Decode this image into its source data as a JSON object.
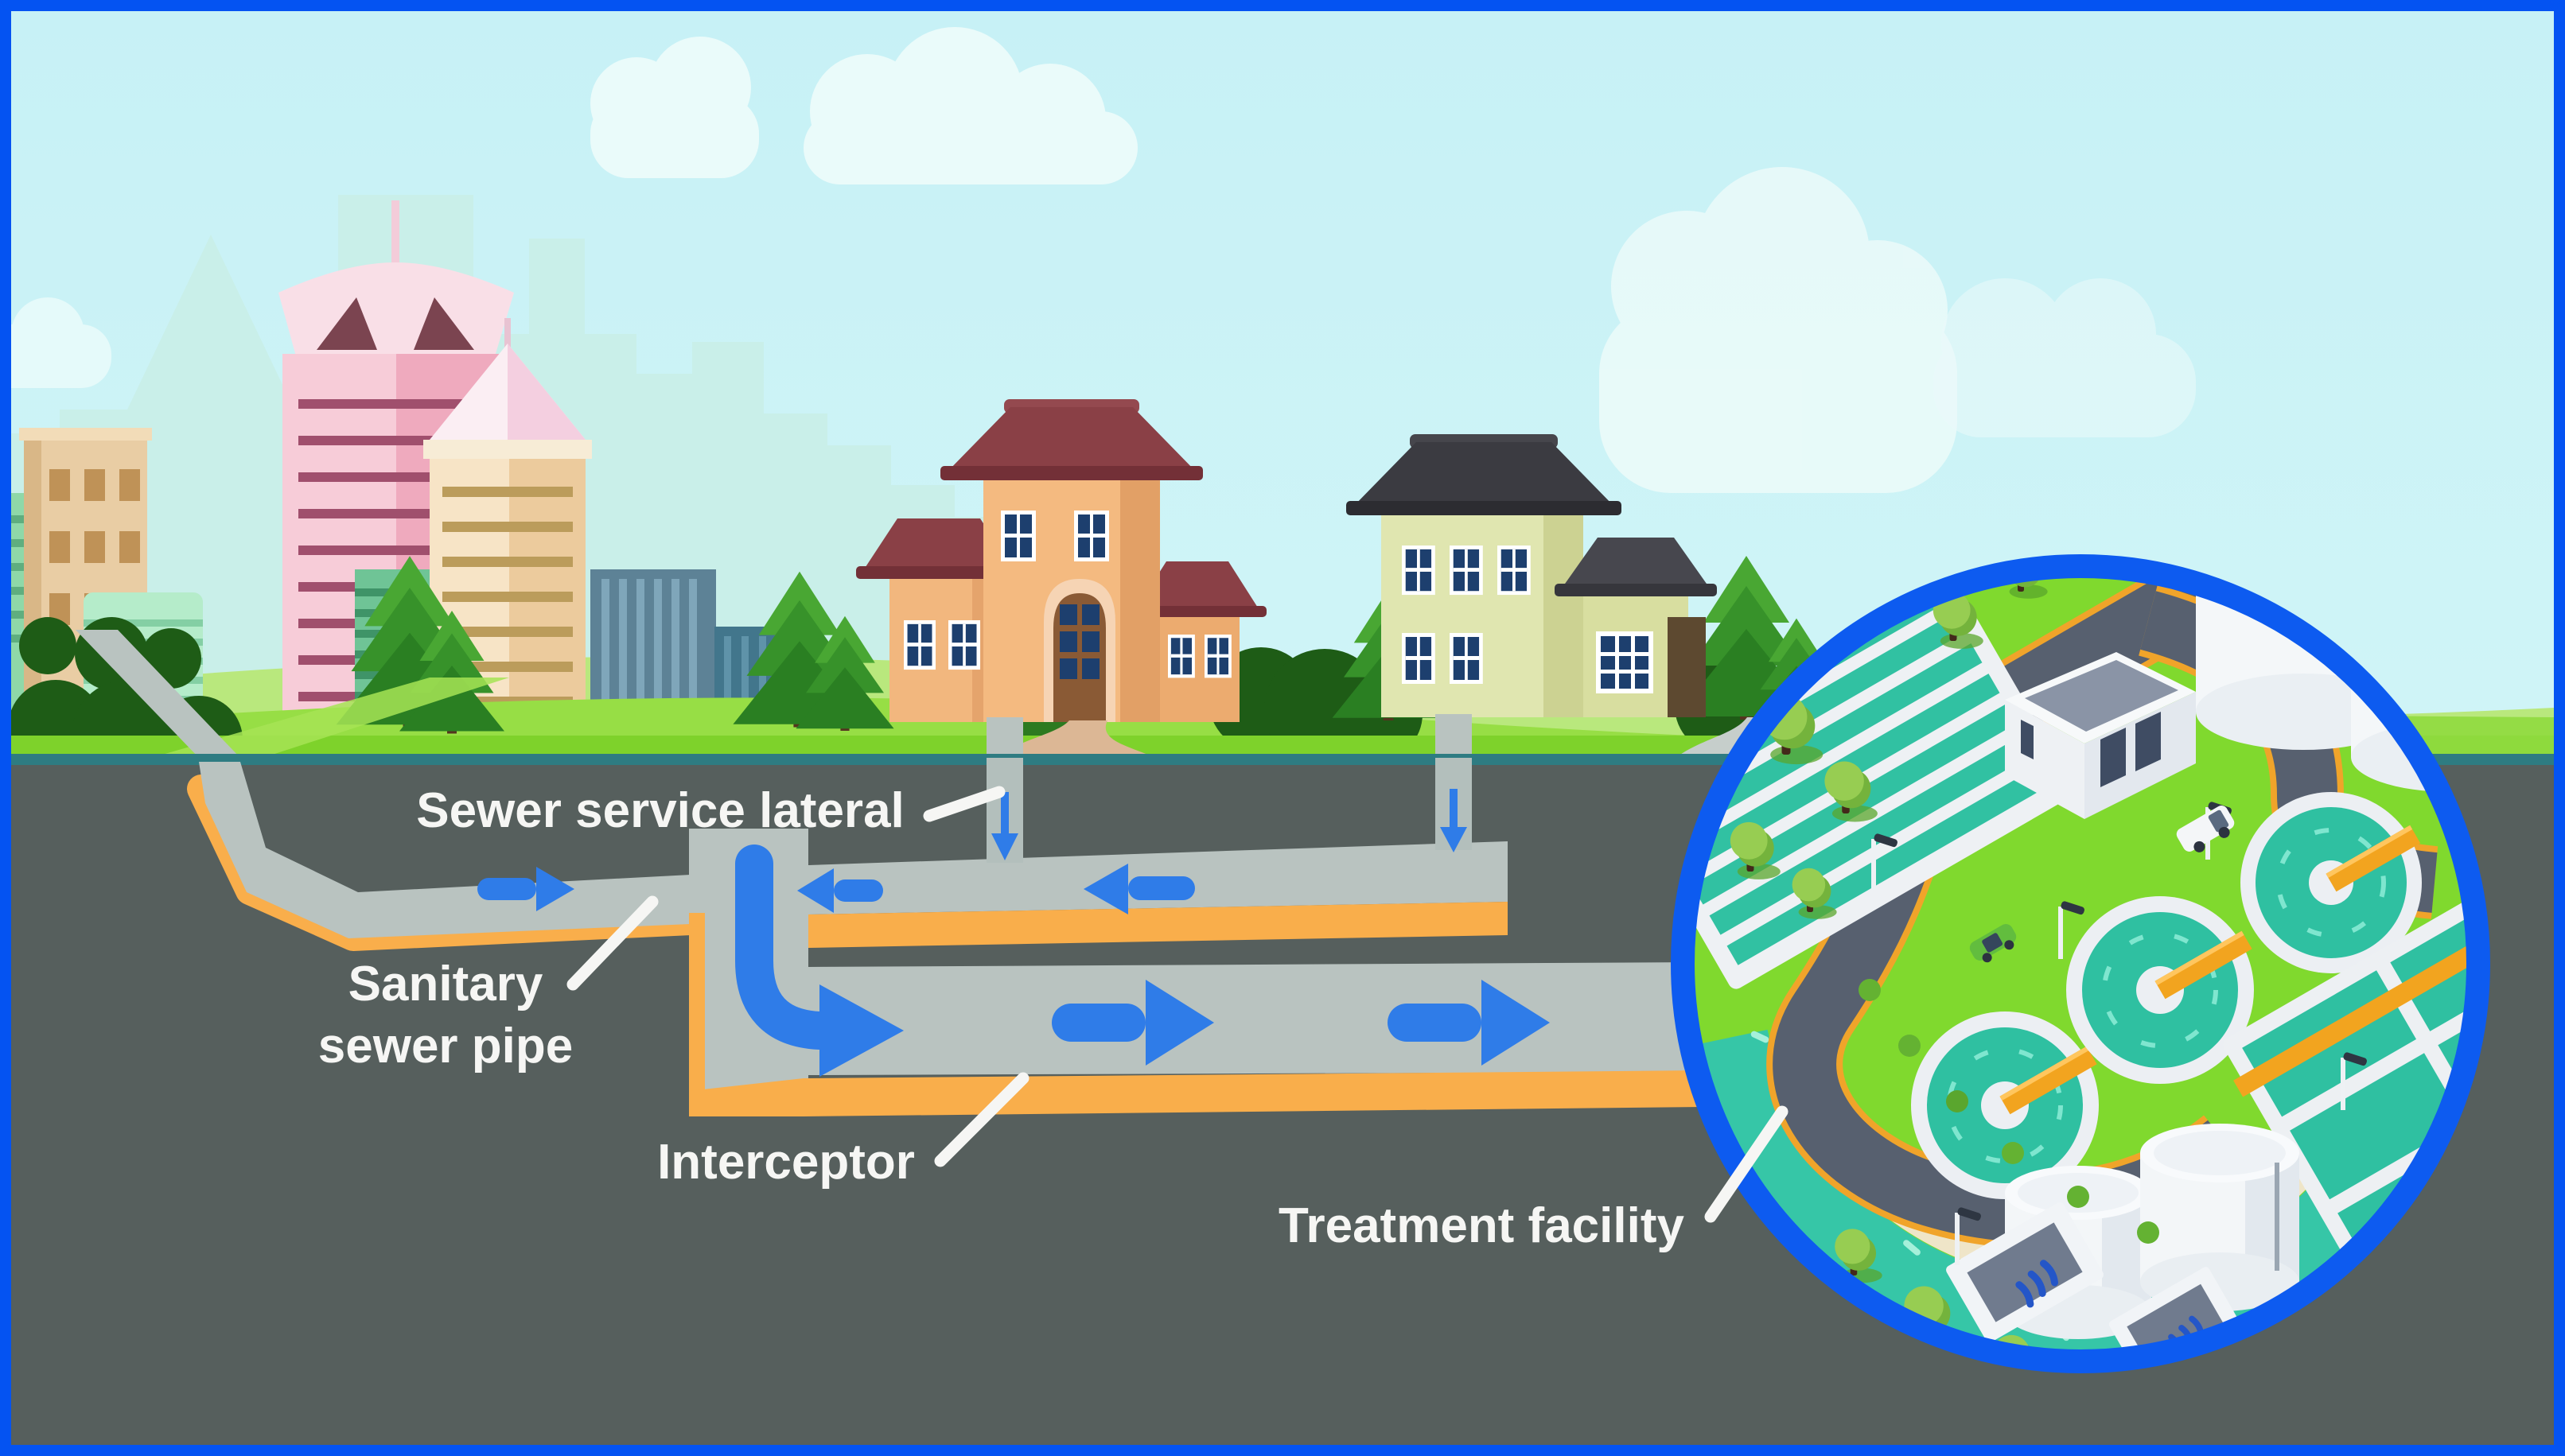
{
  "diagram": {
    "labels": {
      "sewer_service_lateral": "Sewer service lateral",
      "sanitary_line1": "Sanitary",
      "sanitary_line2": "sewer pipe",
      "interceptor": "Interceptor",
      "treatment_facility": "Treatment facility"
    },
    "colors": {
      "frame_blue": "#0453f2",
      "sky": "#cdf2f6",
      "grass_front": "#7ed22b",
      "underground_gray": "#565f5d",
      "pipe_gray": "#b9c3c0",
      "pipe_lining_orange": "#f9ae4b",
      "flow_arrow_blue": "#2f7ce8",
      "inset_ring_blue": "#0d5bf0",
      "water_teal": "#2fc0a1",
      "label_text": "#f6f6f4"
    },
    "icons": [
      {
        "name": "flow-arrow-right-icon",
        "meaning": "sewage flow to the right"
      },
      {
        "name": "flow-arrow-left-icon",
        "meaning": "sewage flow to the left toward junction"
      },
      {
        "name": "flow-arrow-down-icon",
        "meaning": "sewage flow down from house lateral"
      },
      {
        "name": "curved-flow-arrow-icon",
        "meaning": "flow drops from sanitary pipe into interceptor"
      },
      {
        "name": "pine-tree-icon",
        "meaning": "tree"
      },
      {
        "name": "cloud-icon",
        "meaning": "cloud"
      }
    ],
    "flow": {
      "lateral_arrows": "down",
      "sanitary_pipe_arrows": "toward junction",
      "interceptor_arrows": "right toward treatment facility"
    }
  }
}
